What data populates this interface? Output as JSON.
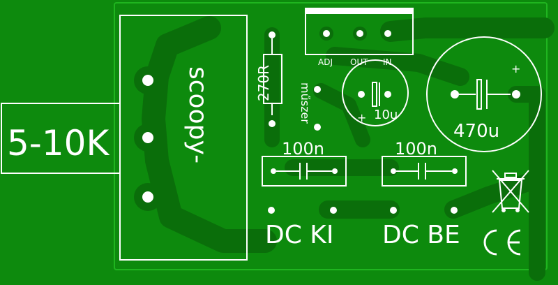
{
  "board": {
    "pot_label": "5-10K",
    "brand": "scoopy-",
    "regulator_pins": [
      "ADJ",
      "OUT",
      "IN"
    ],
    "resistor": "270R",
    "meter_label": "műszer",
    "cap_small": "10u",
    "cap_small_plus": "+",
    "cap_large": "470u",
    "cap_large_plus": "+",
    "cap_ceramic_left": "100n",
    "cap_ceramic_right": "100n",
    "dc_in": "DC BE",
    "dc_out": "DC KI"
  },
  "colors": {
    "board": "#0d8a0d",
    "copper": "#0a6e0a",
    "silkscreen": "#ffffff"
  },
  "icons": [
    "weee-bin-icon",
    "ce-mark-icon"
  ]
}
